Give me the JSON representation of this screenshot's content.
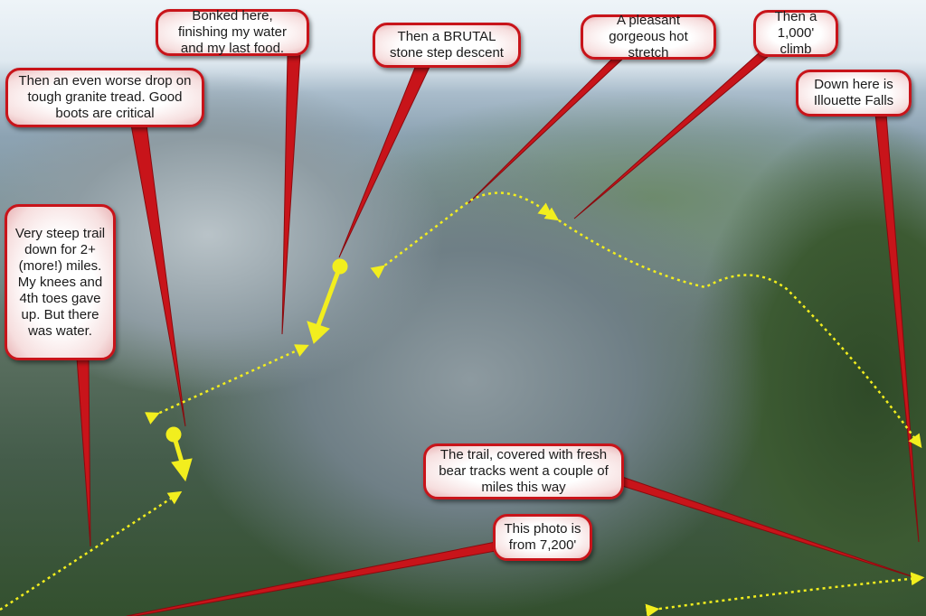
{
  "callouts": {
    "bonked": "Bonked here, finishing my water and my last food.",
    "brutal": "Then a BRUTAL stone step descent",
    "worse_drop": "Then an even worse drop on tough granite tread. Good boots are critical",
    "pleasant": "A pleasant gorgeous hot stretch",
    "climb": "Then a 1,000' climb",
    "illouette": "Down here is Illouette Falls",
    "steep": "Very steep trail down for 2+ (more!) miles. My knees and 4th toes gave up. But there was water.",
    "bear": "The trail, covered with fresh bear tracks went a couple of miles this way",
    "photo": "This photo is from 7,200'"
  },
  "colors": {
    "callout_border": "#c8141a",
    "trail": "#f2ee1e"
  }
}
